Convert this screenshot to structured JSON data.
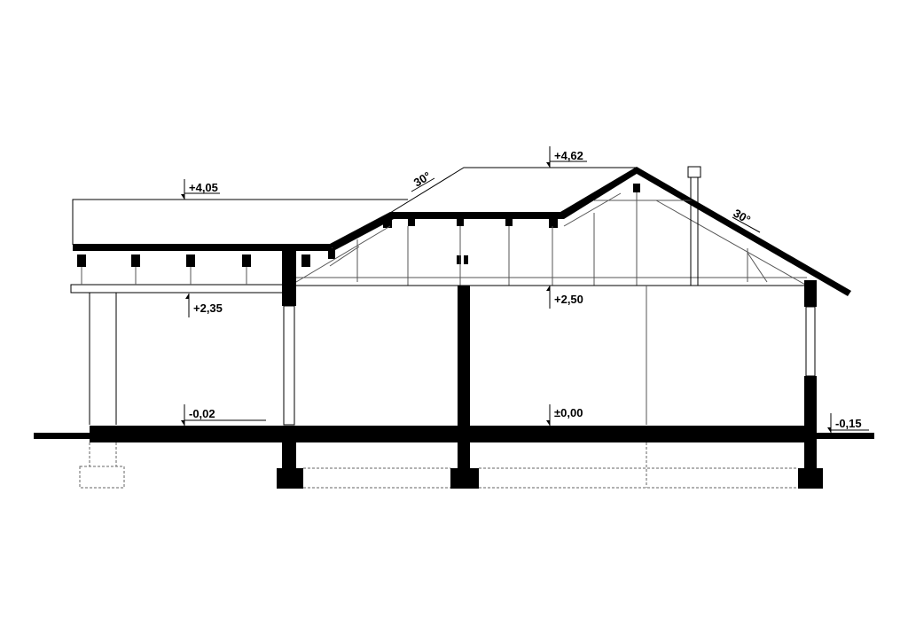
{
  "drawing": {
    "type": "building cross-section",
    "colors": {
      "line": "#000000",
      "background": "#ffffff"
    },
    "elevations": {
      "flat_roof_top": "+4,05",
      "carport_ceiling": "+2,35",
      "ridge": "+4,62",
      "ceiling": "+2,50",
      "carport_floor": "-0,02",
      "floor": "±0,00",
      "ground": "-0,15"
    },
    "roof_pitch": {
      "left": "30°",
      "right": "30°"
    }
  }
}
